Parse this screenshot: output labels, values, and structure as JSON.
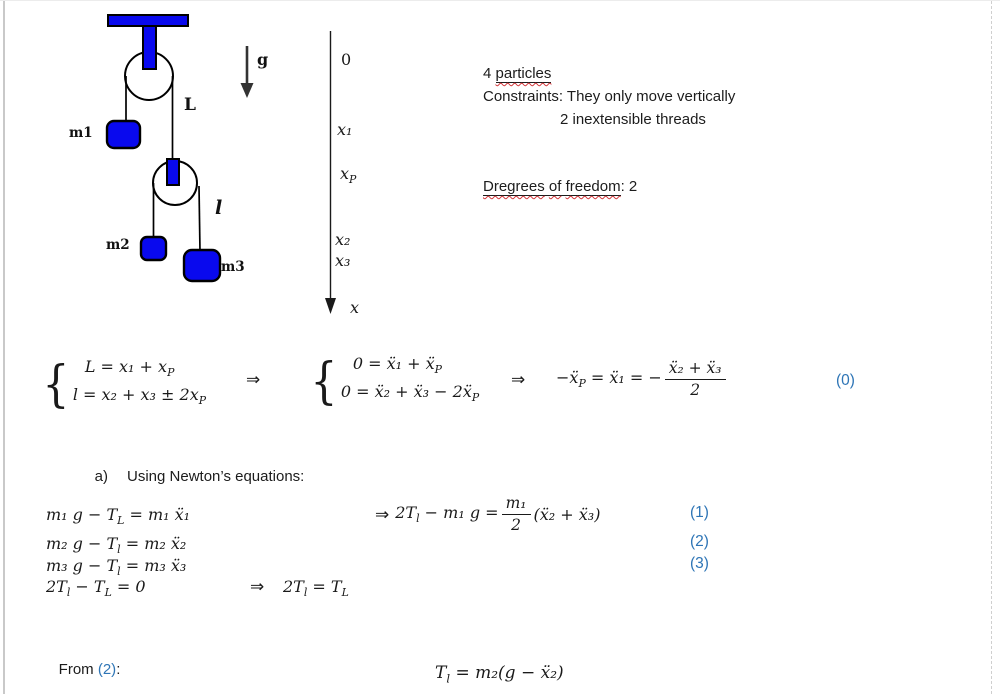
{
  "colors": {
    "diagram_blue": "#0909EE",
    "reference_blue": "#2E75B6",
    "squiggle_red": "#D13438"
  },
  "diagram": {
    "mass1_label": "m1",
    "mass2_label": "m2",
    "mass3_label": "m3",
    "long_thread_label": "L",
    "short_thread_label": "l",
    "gravity_label": "g"
  },
  "axis": {
    "origin": "0",
    "x1": "x₁",
    "xp_base": "x",
    "xp_sub": "P",
    "x2": "x₂",
    "x3": "x₃",
    "axis_name": "x"
  },
  "notes": {
    "particle_count": "4 ",
    "particle_word": "particles",
    "constraints": "Constraints: They only move vertically",
    "threads": "2 inextensible threads",
    "dof_w1": "Dregrees",
    "dof_w2": "of",
    "dof_w3": "freedom",
    "dof_tail": ": 2"
  },
  "systems": {
    "brace": "{",
    "arrow": "⇒",
    "s1l1a": "L = x₁ + x",
    "s1l1sub": "P",
    "s1l2a": "l = x₂ + x₃ ± 2x",
    "s1l2sub": "P",
    "s2l1a": "0 = ẍ₁ + ẍ",
    "s2l1sub": "P",
    "s2l2a": "0 = ẍ₂ + ẍ₃ − 2ẍ",
    "s2l2sub": "P",
    "res_a": "−ẍ",
    "res_sub": "P",
    "res_b": " = ẍ₁ = −",
    "res_num": "ẍ₂ + ẍ₃",
    "res_den": "2",
    "tag0": "(0)"
  },
  "newton": {
    "marker": "a)",
    "heading": "Using Newton’s equations:",
    "arrow": "⇒",
    "eq1a": "m₁ g − T",
    "eq1sub": "L",
    "eq1b": " = m₁ ẍ₁",
    "r1a": "2T",
    "r1sub": "l",
    "r1b": " − m₁ g =",
    "r1num": "m₁",
    "r1den": "2",
    "r1c": "(ẍ₂ + ẍ₃)",
    "eq2a": "m₂ g − T",
    "eq2sub": "l",
    "eq2b": " = m₂ ẍ₂",
    "eq3a": "m₃ g − T",
    "eq3sub": "l",
    "eq3b": " = m₃ ẍ₃",
    "eq4a": "2T",
    "eq4sub1": "l",
    "eq4b": " − T",
    "eq4sub2": "L",
    "eq4c": " = 0",
    "r4a": "2T",
    "r4sub1": "l",
    "r4b": " = T",
    "r4sub2": "L",
    "tag1": "(1)",
    "tag2": "(2)",
    "tag3": "(3)"
  },
  "footer": {
    "from": "From ",
    "ref": "(2)",
    "colon": ":",
    "tl_a": "T",
    "tl_sub": "l",
    "tl_b": " = m₂(g − ẍ₂)"
  }
}
